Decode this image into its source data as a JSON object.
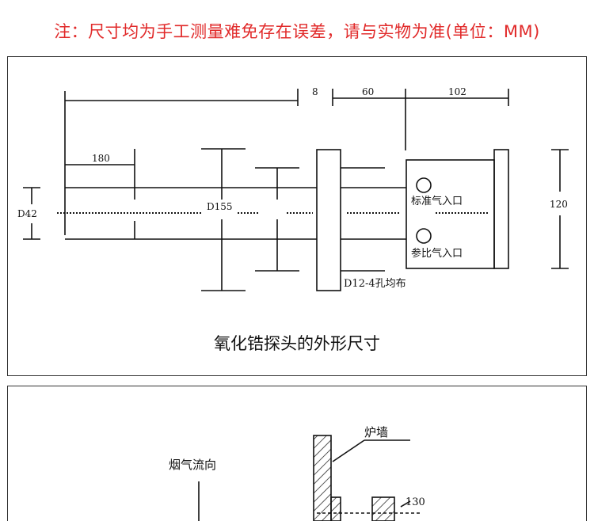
{
  "header": {
    "note": "注：尺寸均为手工测量难免存在误差，请与实物为准(单位：MM)"
  },
  "probe_diagram": {
    "dimensions": {
      "d42": "D42",
      "d155": "D155",
      "d12_holes": "D12-4孔均布",
      "len_180": "180",
      "len_8": "8",
      "len_60": "60",
      "len_102": "102",
      "height_120": "120"
    },
    "ports": {
      "standard_gas_inlet": "标准气入口",
      "reference_gas_inlet": "参比气入口"
    },
    "caption": "氧化锆探头的外形尺寸"
  },
  "install_diagram": {
    "furnace_wall": "炉墙",
    "flue_gas_direction": "烟气流向",
    "dim_130": "130"
  },
  "colors": {
    "note_red": "#e12a2a",
    "line_black": "#111111"
  }
}
